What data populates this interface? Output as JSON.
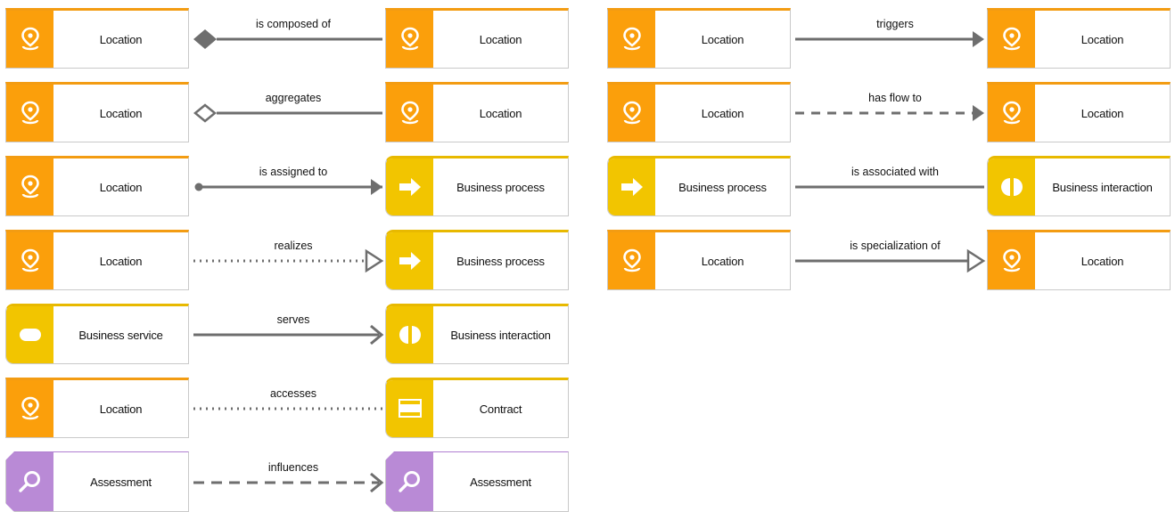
{
  "colors": {
    "location": "#fb9f0b",
    "business": "#f2c500",
    "motivation": "#b98ad6",
    "line": "#6e6e6e",
    "border_location": "#f39c12",
    "border_business": "#e8b900",
    "border_motivation": "#b07fd1"
  },
  "rows": [
    {
      "source": {
        "label": "Location",
        "type": "location",
        "icon": "location-pin-icon"
      },
      "relation": {
        "label": "is composed of",
        "kind": "composition"
      },
      "target": {
        "label": "Location",
        "type": "location",
        "icon": "location-pin-icon"
      }
    },
    {
      "source": {
        "label": "Location",
        "type": "location",
        "icon": "location-pin-icon"
      },
      "relation": {
        "label": "aggregates",
        "kind": "aggregation"
      },
      "target": {
        "label": "Location",
        "type": "location",
        "icon": "location-pin-icon"
      }
    },
    {
      "source": {
        "label": "Location",
        "type": "location",
        "icon": "location-pin-icon"
      },
      "relation": {
        "label": "is assigned to",
        "kind": "assignment"
      },
      "target": {
        "label": "Business process",
        "type": "business",
        "icon": "process-arrow-icon"
      }
    },
    {
      "source": {
        "label": "Location",
        "type": "location",
        "icon": "location-pin-icon"
      },
      "relation": {
        "label": "realizes",
        "kind": "realization"
      },
      "target": {
        "label": "Business process",
        "type": "business",
        "icon": "process-arrow-icon"
      }
    },
    {
      "source": {
        "label": "Business service",
        "type": "business",
        "icon": "service-pill-icon"
      },
      "relation": {
        "label": "serves",
        "kind": "serving"
      },
      "target": {
        "label": "Business interaction",
        "type": "business",
        "icon": "interaction-icon"
      }
    },
    {
      "source": {
        "label": "Location",
        "type": "location",
        "icon": "location-pin-icon"
      },
      "relation": {
        "label": "accesses",
        "kind": "access"
      },
      "target": {
        "label": "Contract",
        "type": "business",
        "icon": "contract-icon"
      }
    },
    {
      "source": {
        "label": "Assessment",
        "type": "motivation",
        "icon": "assessment-magnifier-icon"
      },
      "relation": {
        "label": "influences",
        "kind": "influence"
      },
      "target": {
        "label": "Assessment",
        "type": "motivation",
        "icon": "assessment-magnifier-icon"
      }
    },
    {
      "source": {
        "label": "Location",
        "type": "location",
        "icon": "location-pin-icon"
      },
      "relation": {
        "label": "triggers",
        "kind": "triggering"
      },
      "target": {
        "label": "Location",
        "type": "location",
        "icon": "location-pin-icon"
      }
    },
    {
      "source": {
        "label": "Location",
        "type": "location",
        "icon": "location-pin-icon"
      },
      "relation": {
        "label": "has flow to",
        "kind": "flow"
      },
      "target": {
        "label": "Location",
        "type": "location",
        "icon": "location-pin-icon"
      }
    },
    {
      "source": {
        "label": "Business process",
        "type": "business",
        "icon": "process-arrow-icon"
      },
      "relation": {
        "label": "is associated with",
        "kind": "association"
      },
      "target": {
        "label": "Business interaction",
        "type": "business",
        "icon": "interaction-icon"
      }
    },
    {
      "source": {
        "label": "Location",
        "type": "location",
        "icon": "location-pin-icon"
      },
      "relation": {
        "label": "is specialization of",
        "kind": "specialization"
      },
      "target": {
        "label": "Location",
        "type": "location",
        "icon": "location-pin-icon"
      }
    }
  ]
}
